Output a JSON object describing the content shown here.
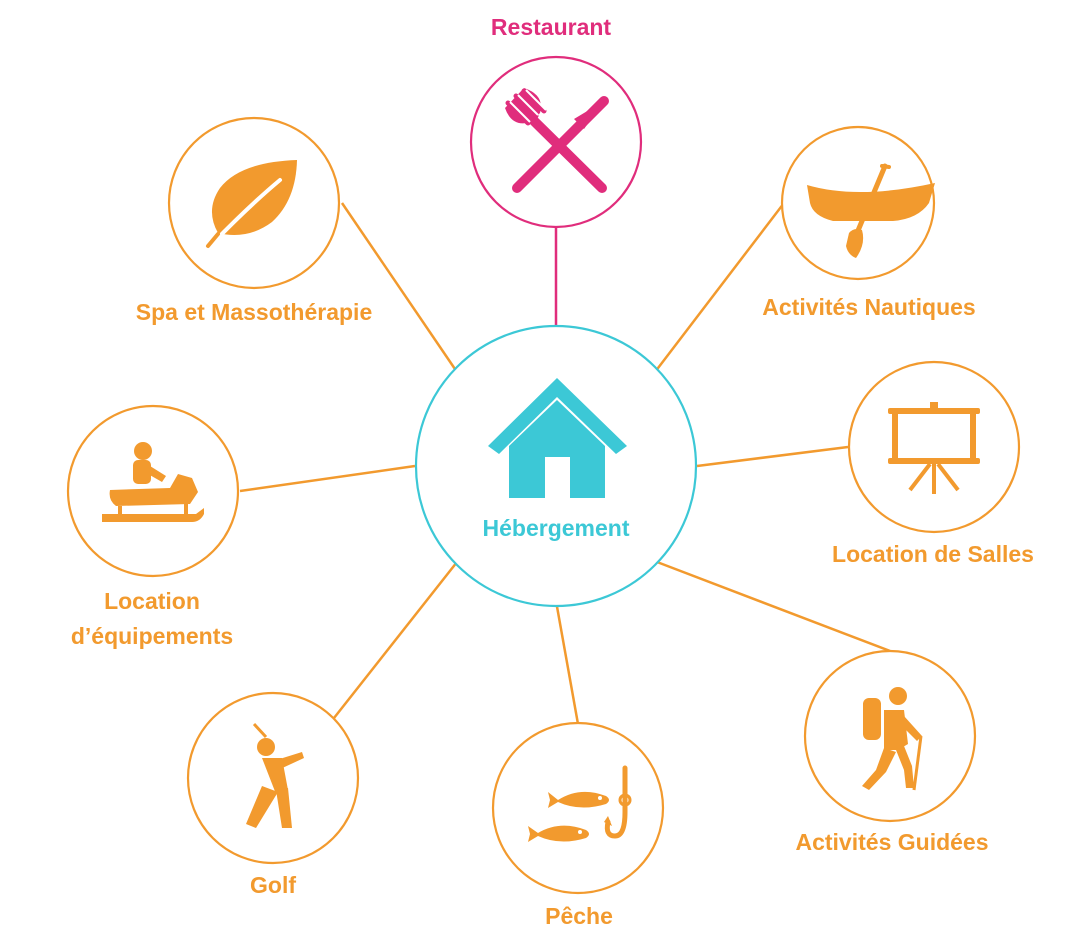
{
  "colors": {
    "center": "#3cc8d6",
    "restaurant": "#e02d7c",
    "activity": "#f29a2e"
  },
  "center": {
    "label": "Hébergement",
    "icon": "house-icon"
  },
  "nodes": [
    {
      "id": "restaurant",
      "label_lines": [
        "Restaurant"
      ],
      "icon": "fork-knife-icon"
    },
    {
      "id": "nautique",
      "label_lines": [
        "Activités Nautiques"
      ],
      "icon": "canoe-icon"
    },
    {
      "id": "salles",
      "label_lines": [
        "Location de Salles"
      ],
      "icon": "presentation-board-icon"
    },
    {
      "id": "guidees",
      "label_lines": [
        "Activités Guidées"
      ],
      "icon": "hiker-icon"
    },
    {
      "id": "peche",
      "label_lines": [
        "Pêche"
      ],
      "icon": "fish-hook-icon"
    },
    {
      "id": "golf",
      "label_lines": [
        "Golf"
      ],
      "icon": "golfer-icon"
    },
    {
      "id": "equipements",
      "label_lines": [
        "Location",
        "d’équipements"
      ],
      "icon": "snowmobile-icon"
    },
    {
      "id": "spa",
      "label_lines": [
        "Spa et Massothérapie"
      ],
      "icon": "leaf-icon"
    }
  ]
}
